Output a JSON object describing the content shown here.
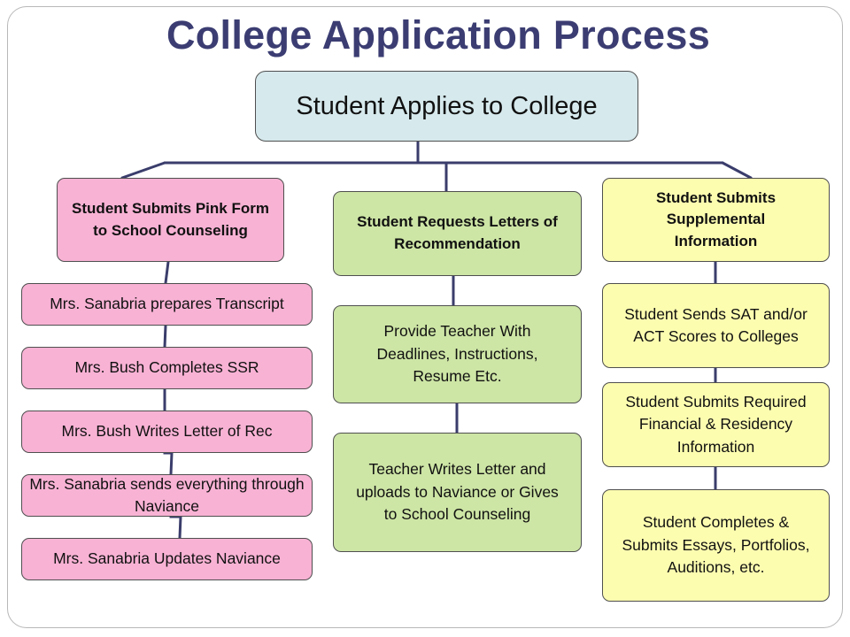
{
  "title": "College Application Process",
  "root": "Student Applies to College",
  "columns": {
    "left": {
      "header": "Student Submits Pink Form to School Counseling",
      "steps": [
        "Mrs. Sanabria prepares Transcript",
        "Mrs. Bush Completes SSR",
        "Mrs. Bush Writes Letter of Rec",
        "Mrs. Sanabria sends everything through Naviance",
        "Mrs. Sanabria Updates Naviance"
      ]
    },
    "middle": {
      "header": "Student Requests Letters of Recommendation",
      "steps": [
        "Provide Teacher With Deadlines, Instructions, Resume Etc.",
        "Teacher Writes Letter and uploads to Naviance or Gives to School Counseling"
      ]
    },
    "right": {
      "header": "Student Submits Supplemental Information",
      "steps": [
        "Student Sends SAT and/or ACT Scores to Colleges",
        "Student Submits Required Financial & Residency Information",
        "Student Completes & Submits Essays, Portfolios, Auditions, etc."
      ]
    }
  },
  "colors": {
    "title": "#3b3d72",
    "connector": "#3a3d6b",
    "root_fill": "#d6e9ec",
    "left_fill": "#f8b2d4",
    "middle_fill": "#cde5a5",
    "right_fill": "#fdfdb0"
  }
}
